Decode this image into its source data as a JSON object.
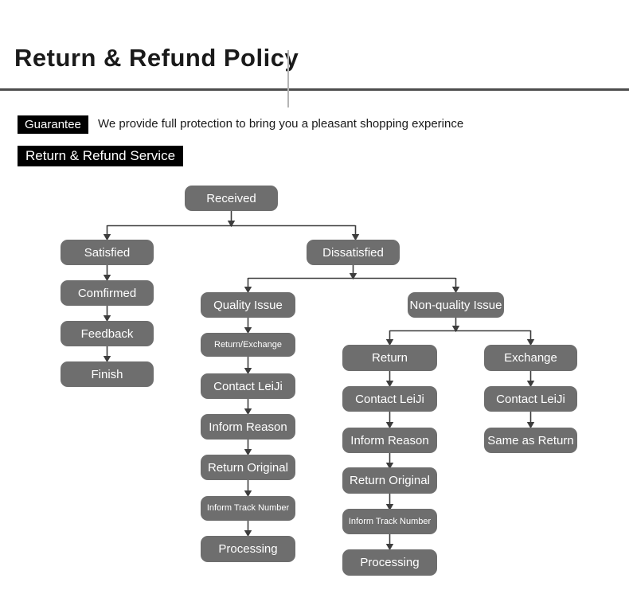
{
  "header": {
    "title": "Return  & Refund Policy"
  },
  "intro": {
    "guarantee_badge": "Guarantee",
    "guarantee_text": "We provide full protection to bring you a pleasant shopping experince",
    "service_badge": "Return & Refund Service"
  },
  "colors": {
    "node_fill": "#6e6e6e",
    "node_text": "#ffffff",
    "badge_fill": "#000000",
    "rule": "#4d4d4d",
    "connector": "#3d3d3d",
    "vertical_divider": "#b5b5b5"
  },
  "flowchart": {
    "root": "Received",
    "branches": [
      {
        "name": "satisfied-branch",
        "steps": [
          "Satisfied",
          "Comfirmed",
          "Feedback",
          "Finish"
        ]
      },
      {
        "name": "dissatisfied-branch",
        "steps": [
          "Dissatisfied"
        ]
      },
      {
        "name": "quality-issue-branch",
        "steps": [
          "Quality Issue",
          "Return/Exchange",
          "Contact LeiJi",
          "Inform Reason",
          "Return Original",
          "Inform Track Number",
          "Processing"
        ]
      },
      {
        "name": "non-quality-issue-branch",
        "steps": [
          "Non-quality Issue"
        ]
      },
      {
        "name": "non-quality-return-branch",
        "steps": [
          "Return",
          "Contact LeiJi",
          "Inform Reason",
          "Return Original",
          "Inform Track Number",
          "Processing"
        ]
      },
      {
        "name": "non-quality-exchange-branch",
        "steps": [
          "Exchange",
          "Contact LeiJi",
          "Same as Return"
        ]
      }
    ],
    "nodes": {
      "received": "Received",
      "satisfied": "Satisfied",
      "comfirmed": "Comfirmed",
      "feedback": "Feedback",
      "finish": "Finish",
      "dissatisfied": "Dissatisfied",
      "quality_issue": "Quality Issue",
      "q_return_exchange": "Return/Exchange",
      "q_contact": "Contact LeiJi",
      "q_inform_reason": "Inform Reason",
      "q_return_original": "Return Original",
      "q_inform_track": "Inform Track Number",
      "q_processing": "Processing",
      "non_quality_issue": "Non-quality Issue",
      "nq_return": "Return",
      "nq_contact": "Contact LeiJi",
      "nq_inform_reason": "Inform Reason",
      "nq_return_original": "Return Original",
      "nq_inform_track": "Inform Track Number",
      "nq_processing": "Processing",
      "nq_exchange": "Exchange",
      "nq_ex_contact": "Contact LeiJi",
      "nq_same_as_return": "Same as Return"
    }
  }
}
